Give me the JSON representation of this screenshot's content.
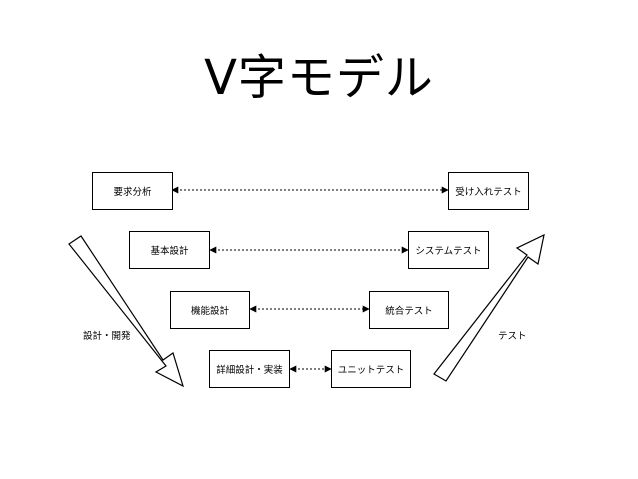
{
  "title": "V字モデル",
  "left_phases": [
    "要求分析",
    "基本設計",
    "機能設計",
    "詳細設計・実装"
  ],
  "right_phases": [
    "受け入れテスト",
    "システムテスト",
    "統合テスト",
    "ユニットテスト"
  ],
  "left_arrow_label": "設計・開発",
  "right_arrow_label": "テスト"
}
